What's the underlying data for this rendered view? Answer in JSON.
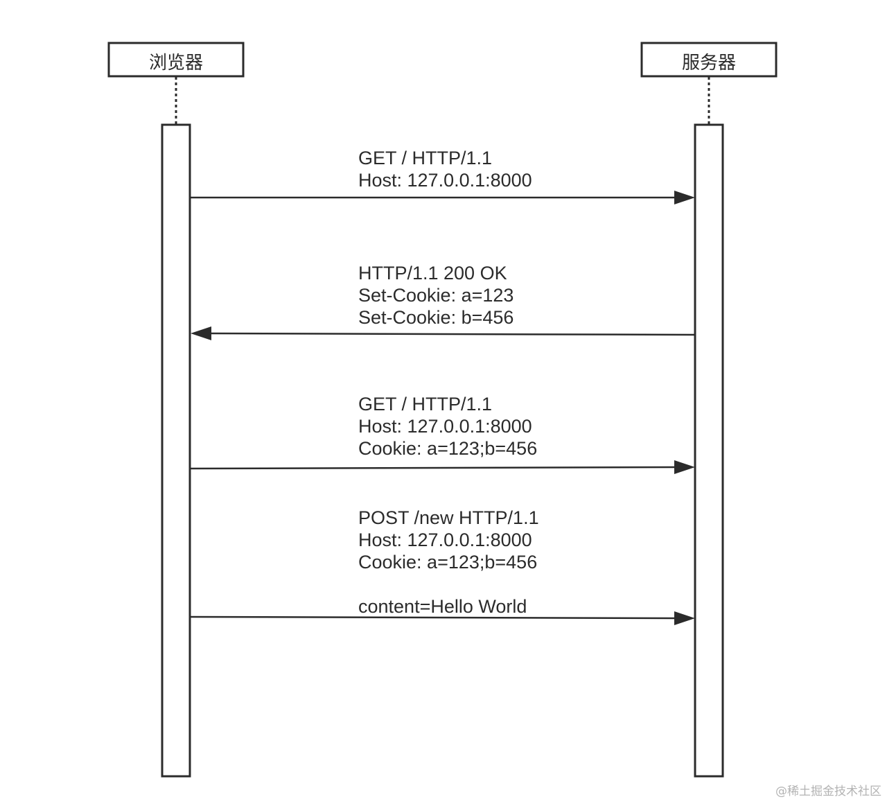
{
  "actors": {
    "browser": "浏览器",
    "server": "服务器"
  },
  "messages": [
    {
      "direction": "browser-to-server",
      "lines": [
        "GET / HTTP/1.1",
        "Host: 127.0.0.1:8000"
      ]
    },
    {
      "direction": "server-to-browser",
      "lines": [
        "HTTP/1.1 200 OK",
        "Set-Cookie: a=123",
        "Set-Cookie: b=456"
      ]
    },
    {
      "direction": "browser-to-server",
      "lines": [
        "GET / HTTP/1.1",
        "Host: 127.0.0.1:8000",
        "Cookie: a=123;b=456"
      ]
    },
    {
      "direction": "browser-to-server",
      "lines": [
        "POST /new HTTP/1.1",
        "Host: 127.0.0.1:8000",
        "Cookie: a=123;b=456",
        "",
        "content=Hello World"
      ]
    }
  ],
  "watermark": "@稀土掘金技术社区"
}
